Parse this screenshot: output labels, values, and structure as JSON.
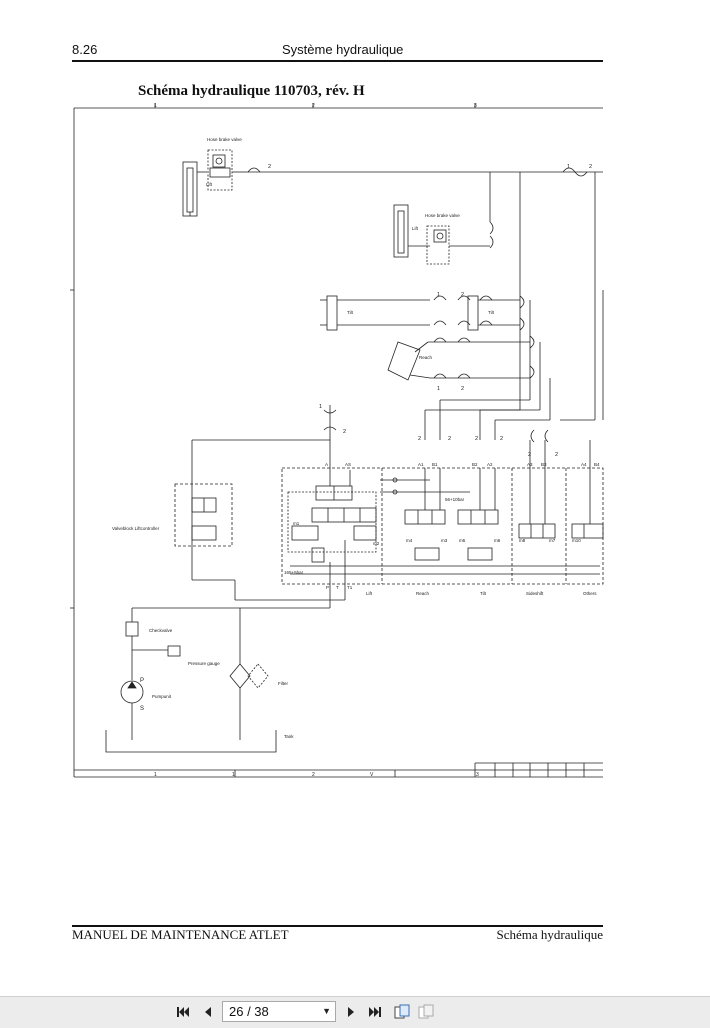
{
  "header": {
    "section_number": "8.26",
    "section_title": "Système hydraulique"
  },
  "schematic": {
    "title": "Schéma hydraulique 110703, rév. H",
    "components": {
      "hose_brake_valve": "Hose brake valve",
      "lift": "Lift",
      "tilt": "Tilt",
      "reach": "Reach",
      "valveblock": "Valveblock Liftcontroller",
      "checkvalve": "Checkvalve",
      "pressure_gauge": "Pressure gauge",
      "pump": "Pumpunit",
      "filter": "Filter",
      "tank": "Tank",
      "rv_56bar": "56+10bar",
      "rv_165bar": "165+5bar"
    },
    "section_labels": [
      "Lift",
      "Reach",
      "Tilt",
      "Sideshift",
      "Others"
    ],
    "port_labels": [
      "A",
      "AS",
      "A1",
      "B1",
      "B2",
      "A2",
      "A3",
      "B3",
      "A4",
      "B4"
    ],
    "magnet_labels": [
      "m1",
      "m2",
      "m3",
      "m4",
      "m5",
      "m6",
      "m7",
      "m8",
      "m10"
    ],
    "bottom_ports": [
      "P",
      "T",
      "T1"
    ],
    "pump_ports": [
      "P",
      "S"
    ],
    "conn_1": "1",
    "conn_2": "2",
    "grid_top": [
      "1",
      "2",
      "3"
    ],
    "grid_bottom": [
      "1",
      "1",
      "2",
      "V",
      "3"
    ]
  },
  "footer": {
    "manual_title": "MANUEL DE MAINTENANCE ATLET",
    "chapter": "Schéma hydraulique"
  },
  "viewer": {
    "page_indicator": "26 / 38"
  }
}
